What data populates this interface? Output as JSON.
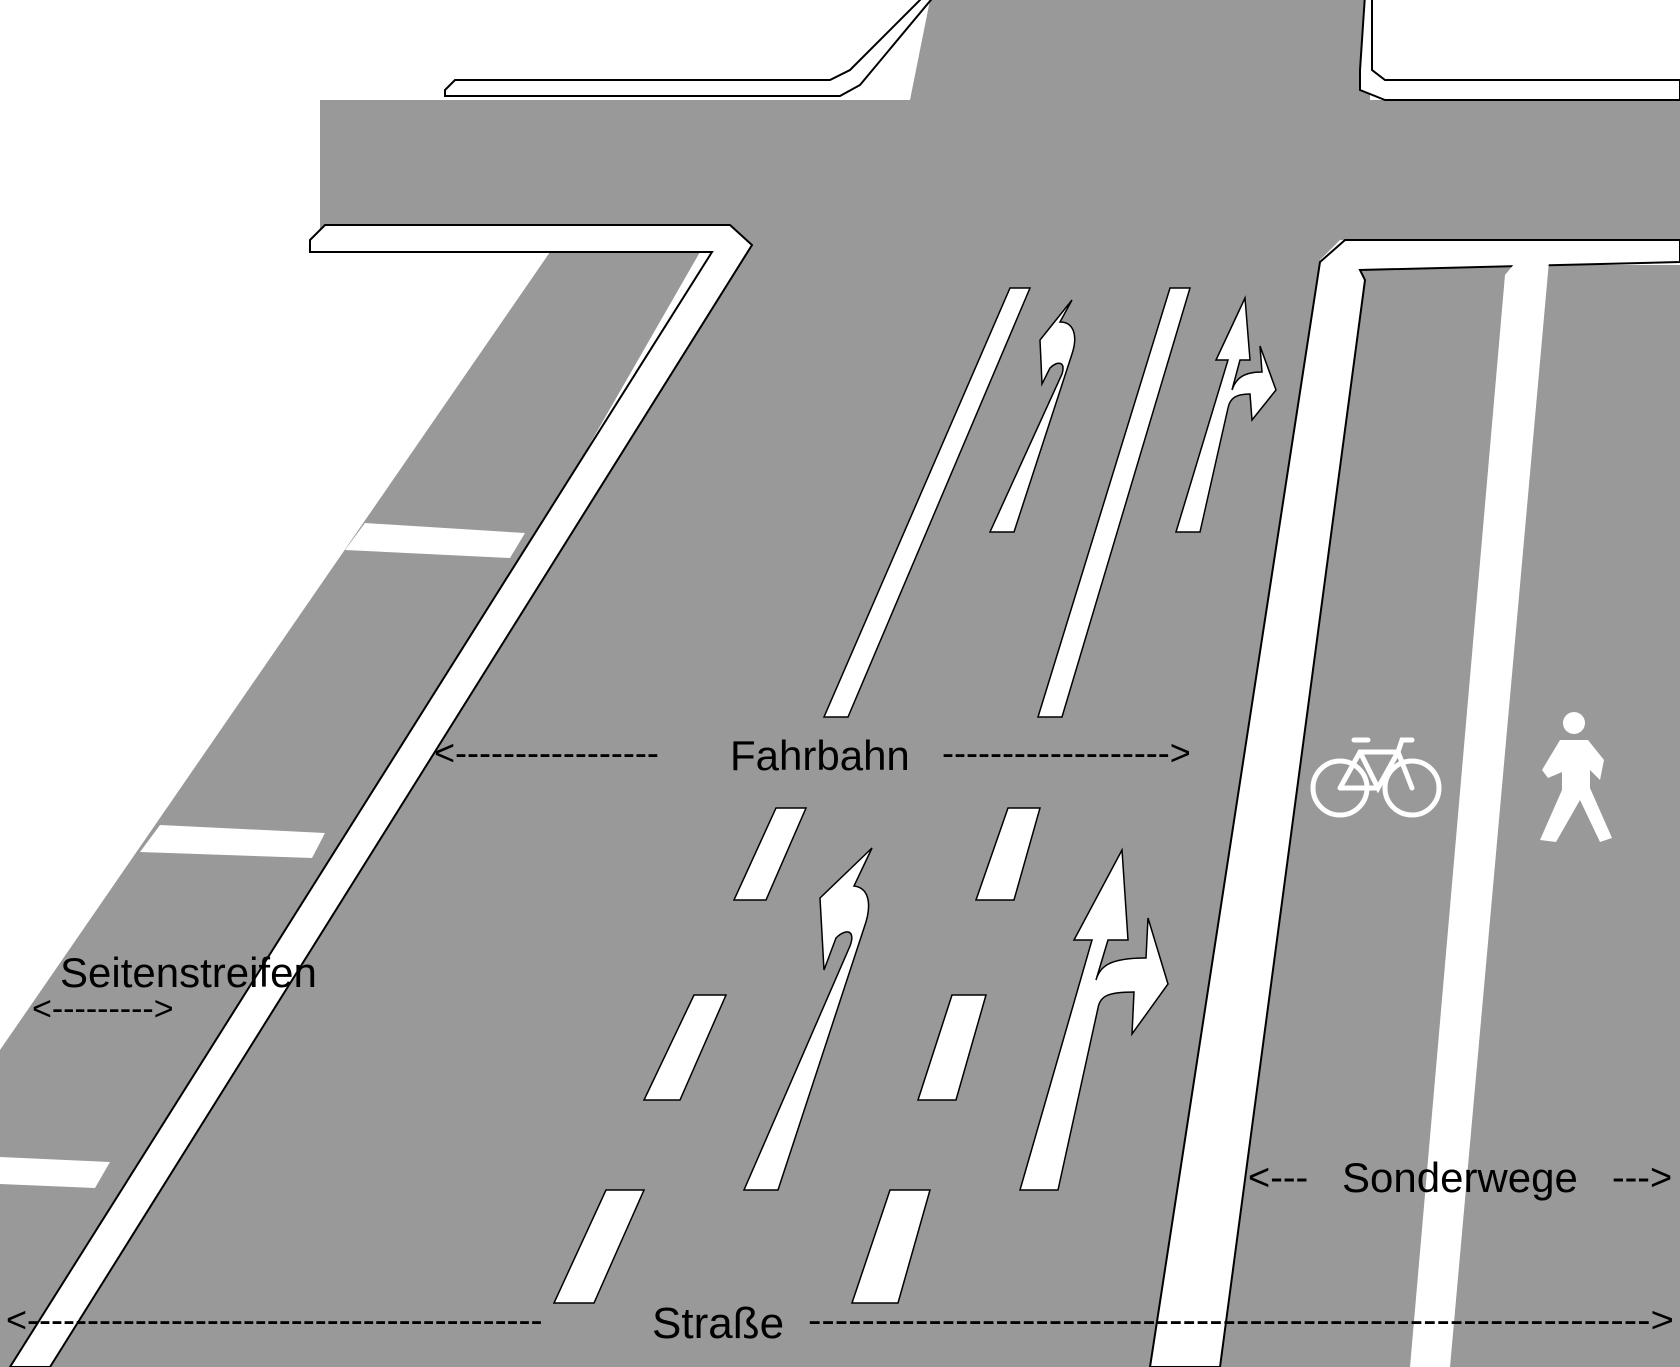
{
  "colors": {
    "asphalt": "#999999",
    "marking": "#ffffff",
    "outline": "#000000",
    "background": "#ffffff"
  },
  "labels": {
    "fahrbahn": {
      "text": "Fahrbahn",
      "left_arrow": "<-----------------",
      "right_arrow": "------------------->"
    },
    "seitenstreifen": {
      "text": "Seitenstreifen",
      "arrow": "<--------->"
    },
    "sonderwege": {
      "text": "Sonderwege",
      "left_arrow": "<---",
      "right_arrow": "--->"
    },
    "strasse": {
      "text": "Straße",
      "left_arrow": "<-------------------------------------------",
      "right_arrow": "--------------------------------------------------------------->"
    }
  },
  "icons": [
    "bicycle-icon",
    "pedestrian-icon",
    "left-turn-arrow-icon",
    "straight-right-arrow-icon"
  ]
}
